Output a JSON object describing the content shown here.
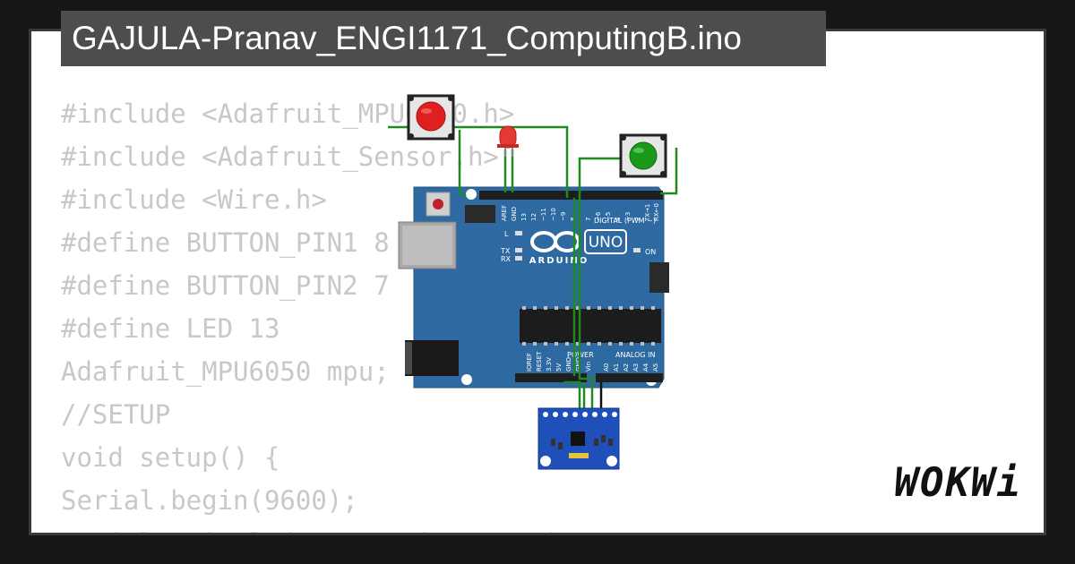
{
  "title": "GAJULA-Pranav_ENGI1171_ComputingB.ino",
  "code_lines": [
    "#include <Adafruit_MPU6050.h>",
    "#include <Adafruit_Sensor.h>",
    "#include <Wire.h>",
    "#define BUTTON_PIN1 8",
    "#define BUTTON_PIN2 7",
    "#define LED 13",
    "Adafruit_MPU6050 mpu;",
    "//SETUP",
    "void setup() {",
    "Serial.begin(9600);",
    "Serial.println(\"Start the game\");"
  ],
  "board": {
    "model": "UNO",
    "brand": "ARDUINO",
    "on_label": "ON",
    "tx_label": "TX",
    "rx_label": "RX",
    "l_label": "L",
    "digital_label": "DIGITAL (PWM ~)",
    "power_label": "POWER",
    "analog_label": "ANALOG IN",
    "digital_pins": [
      "AREF",
      "GND",
      "13",
      "12",
      "~11",
      "~10",
      "~9",
      "8",
      "7",
      "~6",
      "~5",
      "4",
      "~3",
      "2",
      "TX→1",
      "RX←0"
    ],
    "power_pins": [
      "IOREF",
      "RESET",
      "3.3V",
      "5V",
      "GND",
      "GND",
      "Vin"
    ],
    "analog_pins": [
      "A0",
      "A1",
      "A2",
      "A3",
      "A4",
      "A5"
    ]
  },
  "brand_logo": "WOKWi",
  "colors": {
    "board_blue": "#2e6aa1",
    "wire_green": "#1f8a1f",
    "button_red": "#e02020",
    "button_green": "#1a9a1a",
    "led_red": "#e53935",
    "sensor_blue": "#1f4fb8"
  }
}
